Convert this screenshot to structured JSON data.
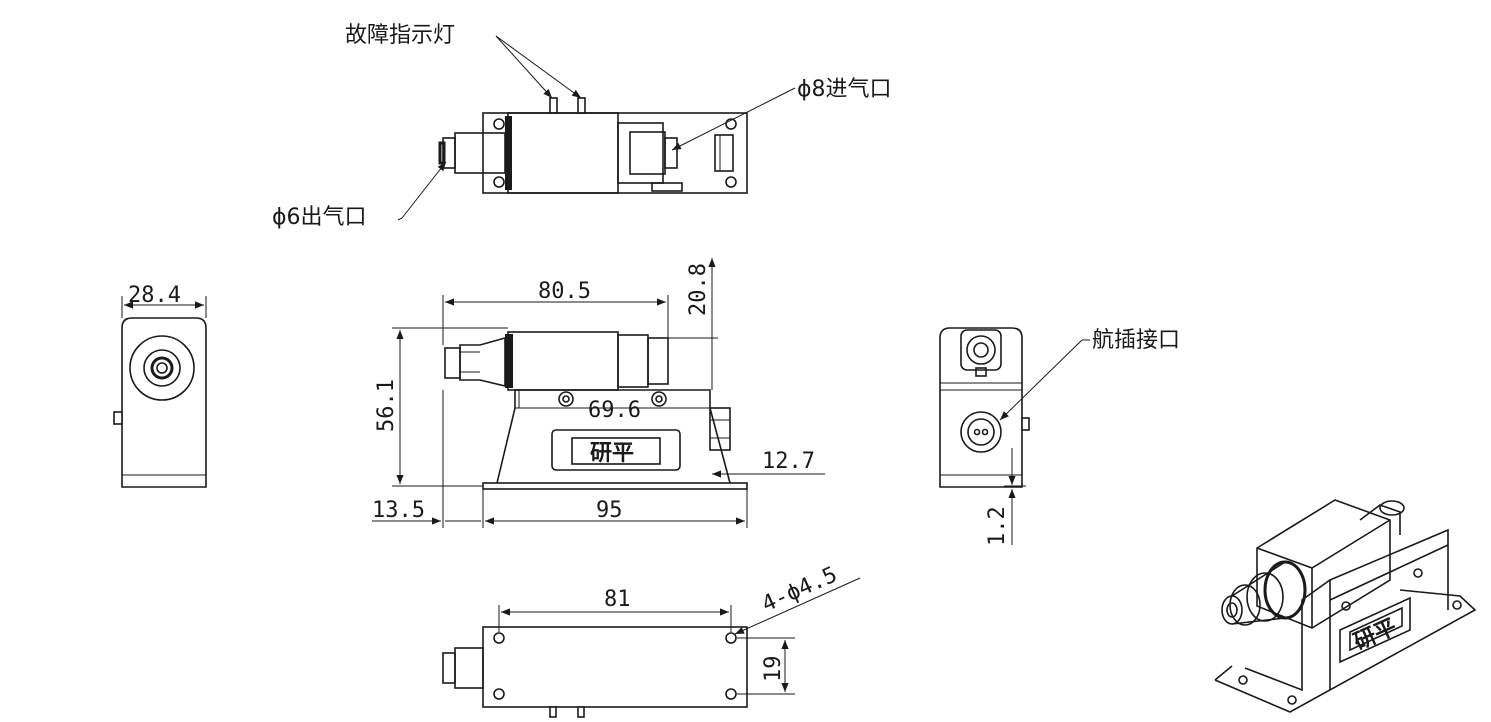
{
  "labels": {
    "fault_indicator": "故障指示灯",
    "inlet": "ϕ8进气口",
    "outlet": "ϕ6出气口",
    "aviation_plug": "航插接口",
    "holes": "4-ϕ4.5",
    "brand": "研平"
  },
  "dimensions": {
    "width_side": "28.4",
    "length_top": "80.5",
    "fitting_height": "20.8",
    "height": "56.1",
    "mount_spacing": "69.6",
    "connector_offset": "12.7",
    "base_offset": "13.5",
    "base_length": "95",
    "base_thickness": "1.2",
    "hole_spacing_x": "81",
    "hole_spacing_y": "19"
  }
}
